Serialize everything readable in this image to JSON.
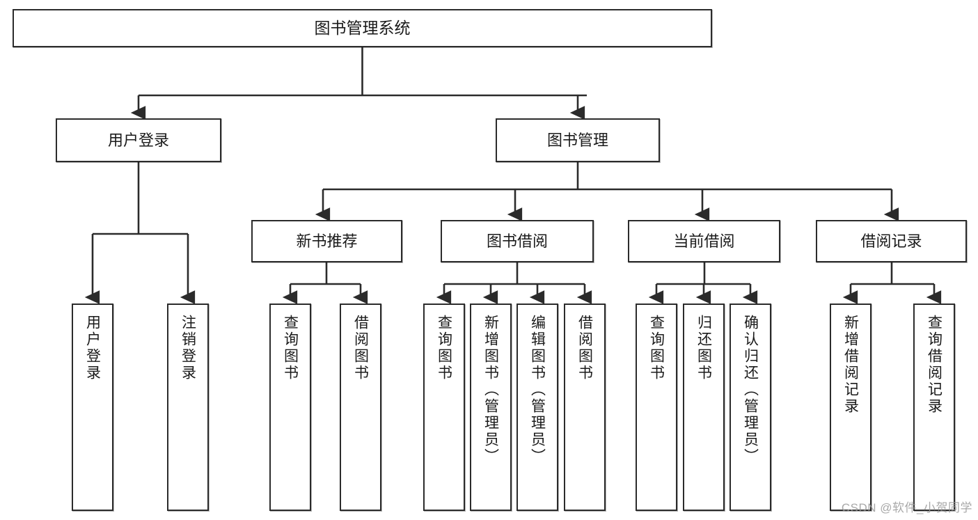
{
  "diagram": {
    "title": "图书管理系统",
    "type": "tree-hierarchy",
    "root": {
      "id": "root",
      "label": "图书管理系统"
    },
    "level1": [
      {
        "id": "user-login",
        "label": "用户登录"
      },
      {
        "id": "book-management",
        "label": "图书管理"
      }
    ],
    "level2": [
      {
        "id": "new-book-recommend",
        "label": "新书推荐",
        "parent": "book-management"
      },
      {
        "id": "book-borrow",
        "label": "图书借阅",
        "parent": "book-management"
      },
      {
        "id": "current-borrow",
        "label": "当前借阅",
        "parent": "book-management"
      },
      {
        "id": "borrow-record",
        "label": "借阅记录",
        "parent": "book-management"
      }
    ],
    "leaves": [
      {
        "id": "leaf-user-login",
        "label": "用户登录",
        "parent": "user-login"
      },
      {
        "id": "leaf-logout",
        "label": "注销登录",
        "parent": "user-login"
      },
      {
        "id": "leaf-query-book-1",
        "label": "查询图书",
        "parent": "new-book-recommend"
      },
      {
        "id": "leaf-borrow-book-1",
        "label": "借阅图书",
        "parent": "new-book-recommend"
      },
      {
        "id": "leaf-query-book-2",
        "label": "查询图书",
        "parent": "book-borrow"
      },
      {
        "id": "leaf-add-book",
        "label": "新增图书（管理员）",
        "parent": "book-borrow"
      },
      {
        "id": "leaf-edit-book",
        "label": "编辑图书（管理员）",
        "parent": "book-borrow"
      },
      {
        "id": "leaf-borrow-book-2",
        "label": "借阅图书",
        "parent": "book-borrow"
      },
      {
        "id": "leaf-query-book-3",
        "label": "查询图书",
        "parent": "current-borrow"
      },
      {
        "id": "leaf-return-book",
        "label": "归还图书",
        "parent": "current-borrow"
      },
      {
        "id": "leaf-confirm-return",
        "label": "确认归还（管理员）",
        "parent": "current-borrow"
      },
      {
        "id": "leaf-add-record",
        "label": "新增借阅记录",
        "parent": "borrow-record"
      },
      {
        "id": "leaf-query-record",
        "label": "查询借阅记录",
        "parent": "borrow-record"
      }
    ],
    "watermark": "CSDN @软件_小贺同学",
    "colors": {
      "stroke": "#2b2b2b",
      "background": "#ffffff",
      "text": "#1a1a1a",
      "watermark": "#9a9a9a"
    }
  }
}
